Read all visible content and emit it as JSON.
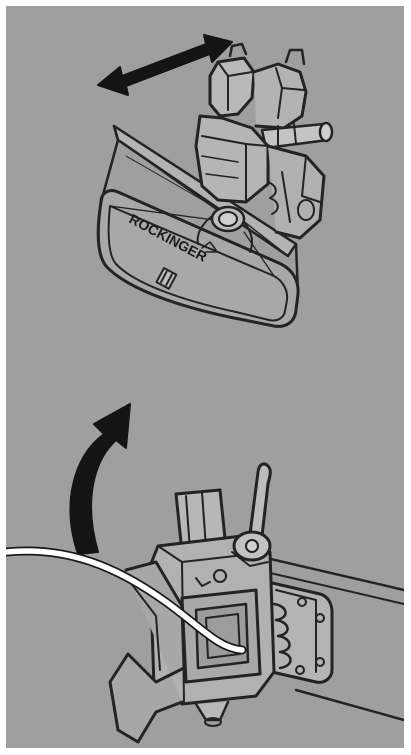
{
  "figure": {
    "background_color": "#9f9f9f",
    "ink_color": "#1a1a1a",
    "line_color": "#232323",
    "highlight_color": "#ffffff",
    "brand_text": "ROCKINGER",
    "top_view": {
      "arrow_icon": "double-headed-arrow-icon",
      "subject": "coupling-head-with-funnel-mouth"
    },
    "bottom_view": {
      "arrow_icon": "curved-rotation-arrow-icon",
      "subject": "coupling-lever-with-cable"
    }
  }
}
